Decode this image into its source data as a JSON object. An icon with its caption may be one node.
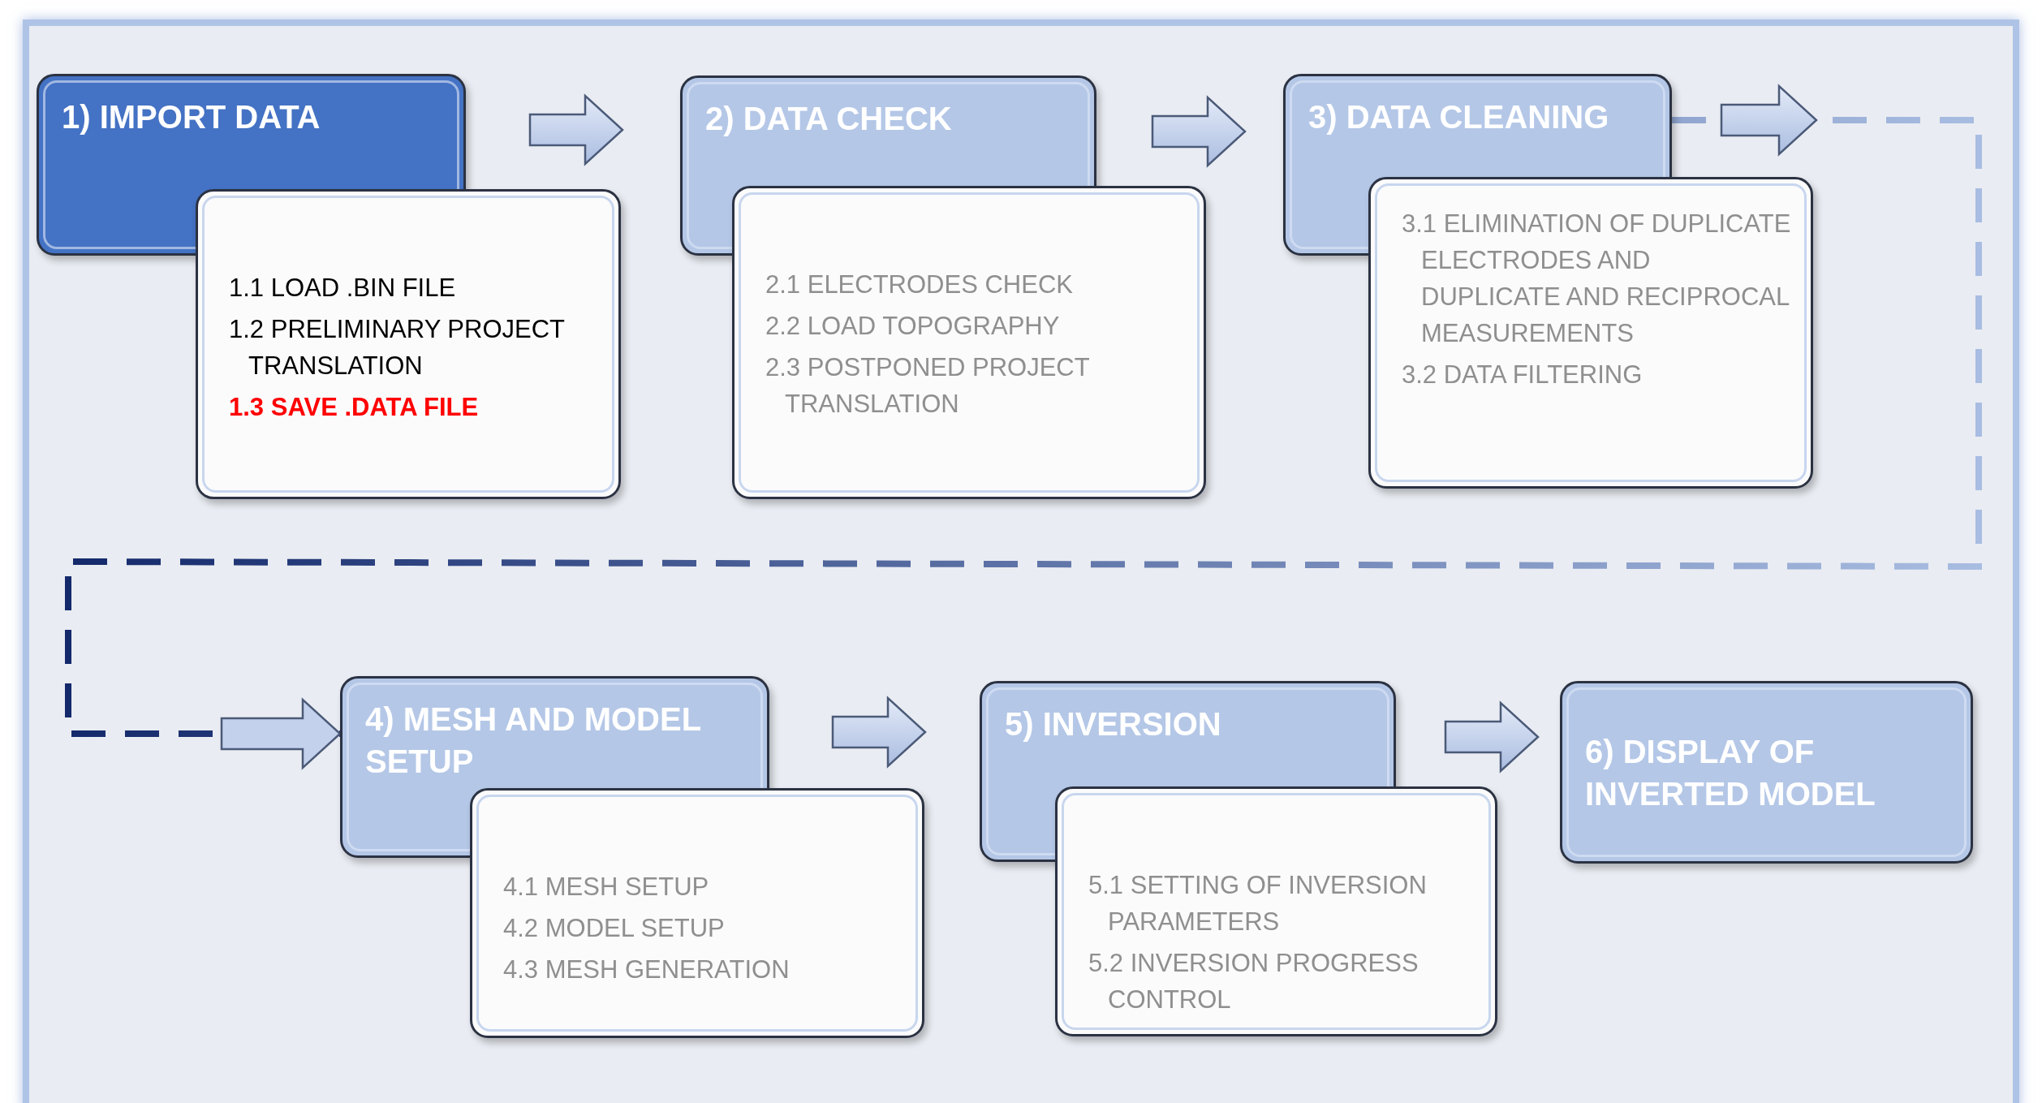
{
  "diagram": {
    "nodes": [
      {
        "text": [
          "1) IMPORT DATA"
        ]
      },
      {
        "text": [
          "1.1 LOAD .BIN FILE",
          "1.2 PRELIMINARY PROJECT TRANSLATION",
          "1.3 SAVE .DATA FILE"
        ]
      },
      {
        "text": [
          "2) DATA CHECK"
        ]
      },
      {
        "text": [
          "2.1 ELECTRODES CHECK",
          "2.2 LOAD TOPOGRAPHY",
          "2.3 POSTPONED PROJECT TRANSLATION"
        ]
      },
      {
        "text": [
          "3) DATA CLEANING"
        ]
      },
      {
        "text": [
          "3.1 ELIMINATION OF DUPLICATE ELECTRODES AND DUPLICATE AND RECIPROCAL MEASUREMENTS",
          "3.2 DATA FILTERING"
        ]
      },
      {
        "text": [
          "4) MESH AND MODEL SETUP"
        ]
      },
      {
        "text": [
          "4.1  MESH SETUP",
          "4.2 MODEL SETUP",
          "4.3 MESH GENERATION"
        ]
      },
      {
        "text": [
          "5) INVERSION"
        ]
      },
      {
        "text": [
          "5.1 SETTING OF INVERSION PARAMETERS",
          "5.2  INVERSION PROGRESS CONTROL"
        ]
      },
      {
        "text": [
          "6) DISPLAY OF INVERTED MODEL"
        ]
      }
    ],
    "edges": [
      {
        "from": 0,
        "to": 2,
        "arrow": "to"
      },
      {
        "from": 2,
        "to": 4,
        "arrow": "to"
      },
      {
        "from": 4,
        "to": 6,
        "arrow": "to",
        "style": "dashed"
      },
      {
        "from": 6,
        "to": 8,
        "arrow": "to"
      },
      {
        "from": 8,
        "to": 10,
        "arrow": "to"
      }
    ]
  }
}
